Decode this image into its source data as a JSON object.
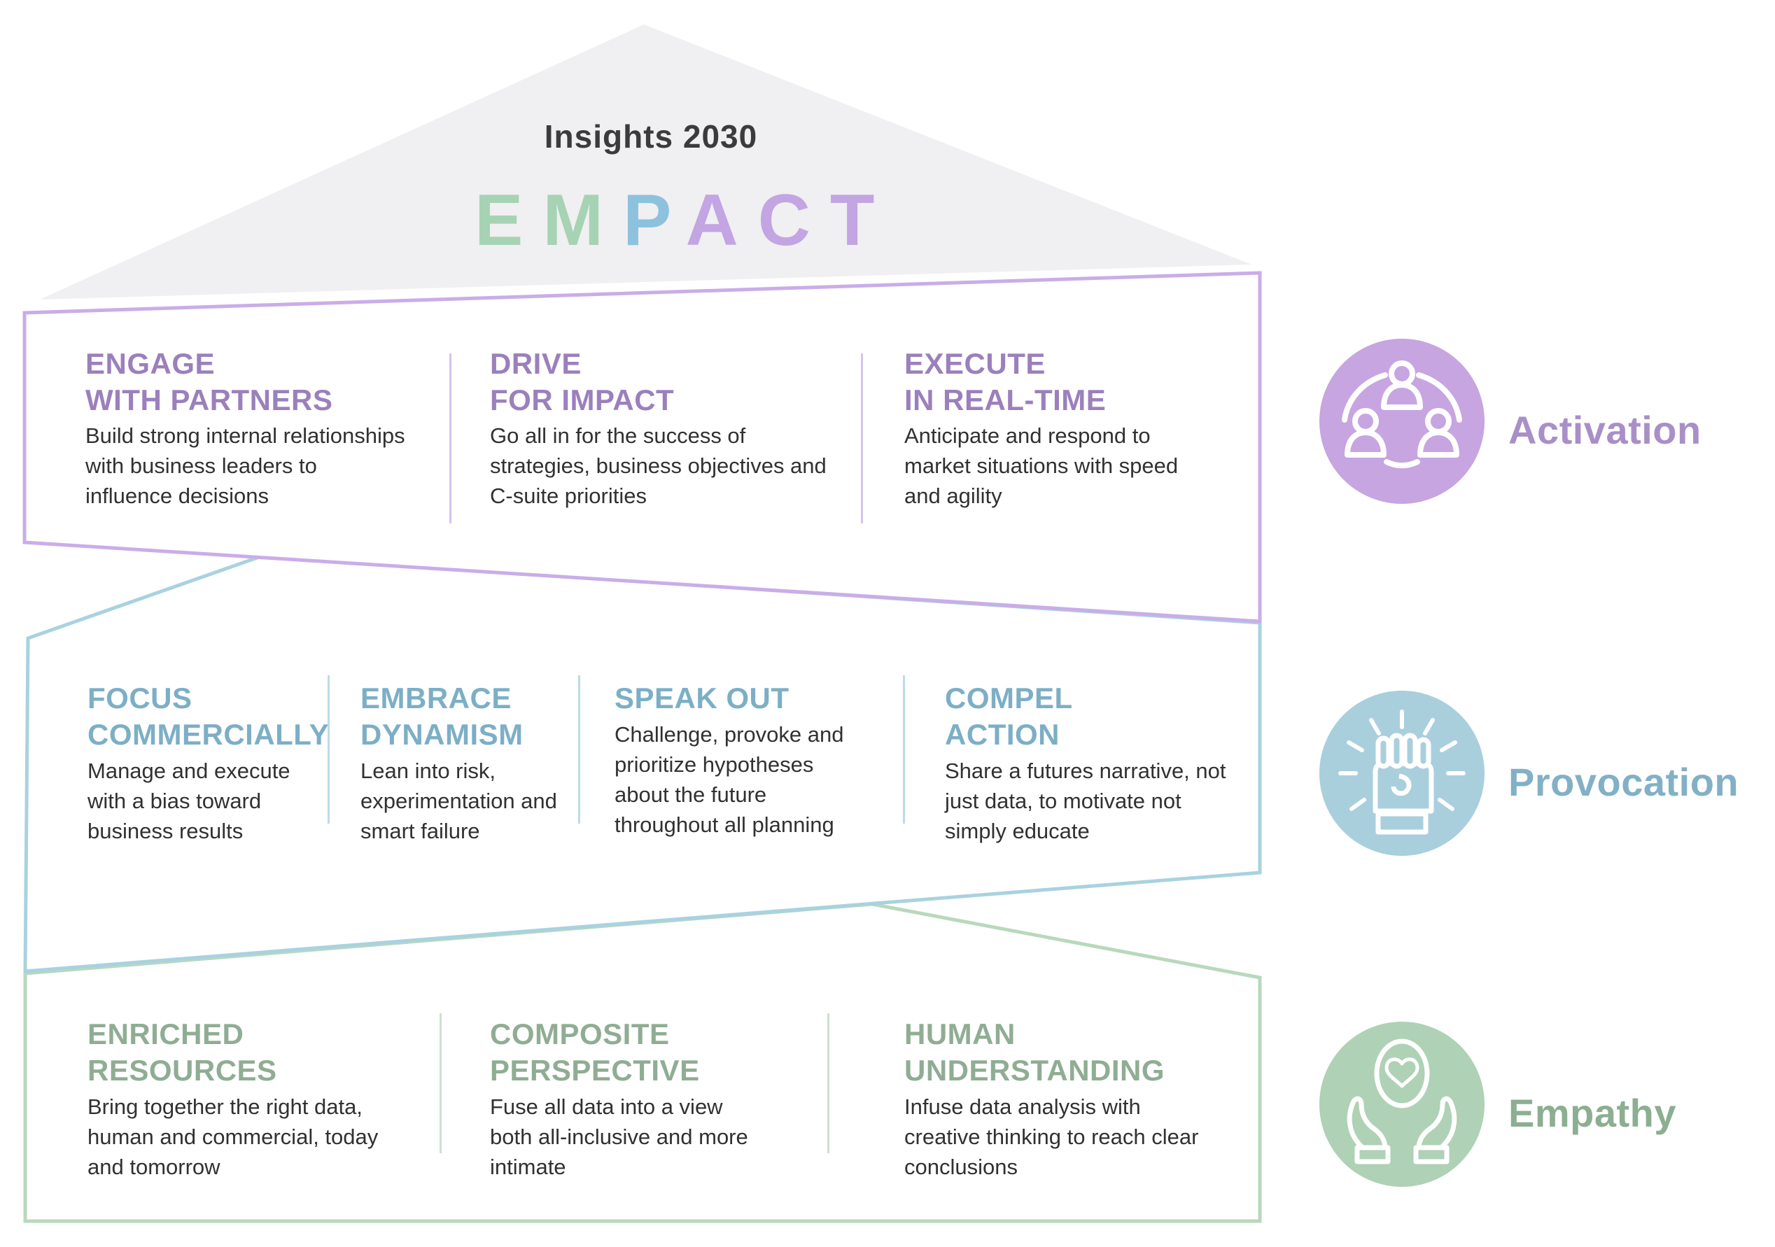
{
  "header": {
    "eyebrow": "Insights 2030",
    "wordmark": {
      "word": "EMPACT",
      "letters": [
        {
          "char": "E",
          "color": "#a6d3b3"
        },
        {
          "char": "M",
          "color": "#a6d3b3"
        },
        {
          "char": "P",
          "color": "#8cc2dd"
        },
        {
          "char": "A",
          "color": "#c2a5e2"
        },
        {
          "char": "C",
          "color": "#c2a5e2"
        },
        {
          "char": "T",
          "color": "#c2a5e2"
        }
      ]
    }
  },
  "rows": [
    {
      "id": "activation",
      "label": "Activation",
      "icon": "people-network-icon",
      "accent_stroke": "#c9ade8",
      "heading_color": "#9b80bc",
      "circle_fill": "#c6a5e1",
      "label_color": "#a98fc7",
      "items": [
        {
          "heading": "ENGAGE\nWITH PARTNERS",
          "body": "Build strong internal relationships\nwith business leaders to\ninfluence decisions"
        },
        {
          "heading": "DRIVE\nFOR IMPACT",
          "body": "Go all in for the success of\nstrategies, business objectives and\nC-suite priorities"
        },
        {
          "heading": "EXECUTE\nIN REAL-TIME",
          "body": "Anticipate and respond to\nmarket situations with speed\nand agility"
        }
      ]
    },
    {
      "id": "provocation",
      "label": "Provocation",
      "icon": "raised-fist-icon",
      "accent_stroke": "#a9d2e0",
      "heading_color": "#7cafc6",
      "circle_fill": "#a9cfdd",
      "label_color": "#82b0c6",
      "items": [
        {
          "heading": "FOCUS\nCOMMERCIALLY",
          "body": "Manage and execute\nwith a bias toward\nbusiness results"
        },
        {
          "heading": "EMBRACE\nDYNAMISM",
          "body": "Lean into risk,\nexperimentation and\nsmart failure"
        },
        {
          "heading": "SPEAK OUT",
          "body": "Challenge, provoke and\nprioritize hypotheses\nabout the future\nthroughout all planning"
        },
        {
          "heading": "COMPEL\nACTION",
          "body": "Share a futures narrative, not\njust data, to motivate not\nsimply educate"
        }
      ]
    },
    {
      "id": "empathy",
      "label": "Empathy",
      "icon": "hands-heart-icon",
      "accent_stroke": "#b9d8bd",
      "heading_color": "#8fad93",
      "circle_fill": "#afd1b5",
      "label_color": "#8cae91",
      "items": [
        {
          "heading": "ENRICHED\nRESOURCES",
          "body": "Bring together the right data,\nhuman and commercial, today\nand tomorrow"
        },
        {
          "heading": "COMPOSITE\nPERSPECTIVE",
          "body": "Fuse all data into a view\nboth all-inclusive and more\nintimate"
        },
        {
          "heading": "HUMAN\nUNDERSTANDING",
          "body": "Infuse data analysis with\ncreative thinking to reach clear\nconclusions"
        }
      ]
    }
  ],
  "colors": {
    "roof_fill": "#f0eff1",
    "body_text": "#313131",
    "eyebrow_text": "#3b3b3b",
    "divider_purple": "#d5c3ec",
    "divider_blue": "#badbe7",
    "divider_green": "#cde0d0"
  }
}
